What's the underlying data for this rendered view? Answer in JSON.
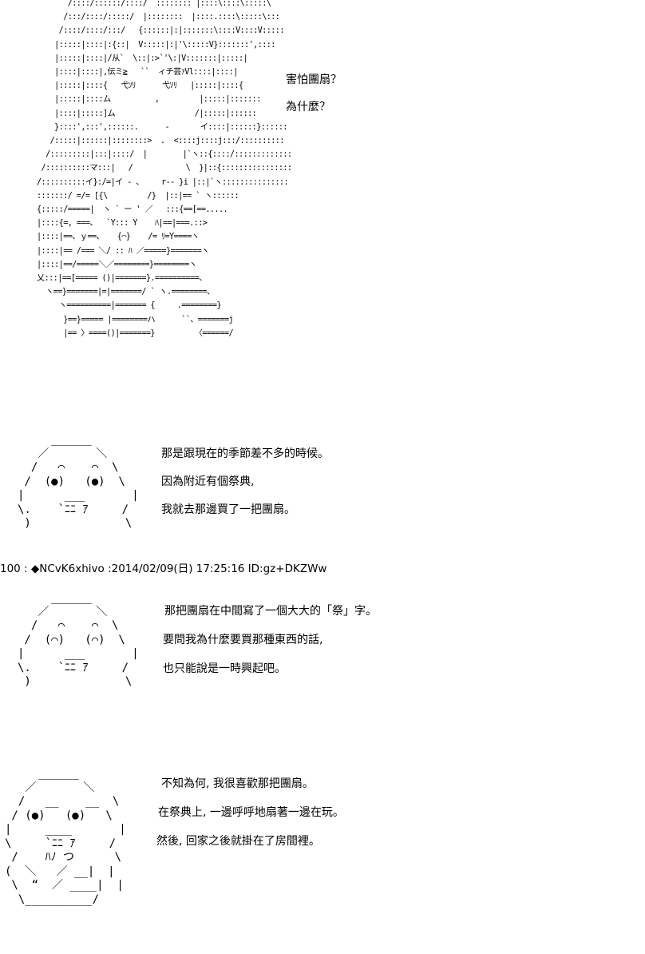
{
  "aa_main": "       /::::/::::::/::::/  :::::::: |::::\\::::\\:::::\\\n      /:::/::::/:::::/  |::::::::  |::::.::::\\:::::\\:::\n     /::::/::::/:::/   {::::::|:|:::::::\\::::V::::V:::::\n    |:::::|::::|:{::|  V:::::|:|'\\:::::V}:::::::',::::\n    |:::::|::::|/从`  \\::|:>`'\\:|V:::::::|:::::|\n    |::::|::::|,伝ミ≧   ``  ィチ芸ｧVl::::|::::|\n    |:::::|::::{   弋ｿﾘ      弋ｿﾘ   |:::::|::::{\n    |:::::|::::ム          ,         |:::::|:::::::\n    |::::|:::::]ム                  /|:::::|::::::\n    }::::',:::',::::::.      -       イ::::|::::::}::::::\n   /:::::|::::::|::::::::>  .  <::::j::::j:::/::::::::::\n  /:::::::::|:::|::::/  |        |`ヽ::{::::/:::::::::::::\n /::::::::::マ:::|   /            \\  }|::{::::::::::::::::\n/::::::::::イ}:/=|イ ‐ 、    r‐‐ }i |::|`ヽ:::::::::::::::\n:::::::/ =/= [{\\         /}  |::|== ` ヽ::::::\n{:::::/=====|  ヽ ` ー ' ／   :::{==[==.....\n|::::{=, ===、  `Y::: Y    ﾊ|==|===.::>\n|::::|==、ｙ==、   {⌒}    /= ﾘ=Y====ヽ\n|::::|== /=== ＼/ :: ﾊ ／=====}=======ヽ\n|::::|==/=====＼／========}========ヽ\n乂:::|==[===== ()|=======}.==========、\n  ヽ==}=======|=|=======/ ` ヽ.========、\n     ヽ==========|======= {     .========}\n      }==}===== |========ハ      ``、=======j\n      |== 〉====()|=======}         〈======/",
  "aa_right_lines": [
    "害怕團扇？",
    "為什麼？"
  ],
  "panels": [
    {
      "face": "     ______\n   ／       ＼\n  /   ⌒    ⌒  \\\n /  (●)   (●)  \\\n|      ___       |\n\\.    `ﾆﾆ ｱ     /\n )              \\",
      "lines": [
        "那是跟現在的季節差不多的時候。",
        "因為附近有個祭典,",
        "我就去那邊買了一把團扇。"
      ]
    },
    {
      "face": "     ______\n   ／       ＼\n  /   ⌒    ⌒  \\\n /  (⌒)   (⌒)  \\\n|      ___       |\n\\.    `ﾆﾆ ｱ     /\n )              \\",
      "lines": [
        "那把團扇在中間寫了一個大大的「祭」字。",
        "要問我為什麼要買那種東西的話,",
        "也只能說是一時興起吧。"
      ]
    },
    {
      "face": "     ______\n   ／       ＼\n  /   __    __  \\\n / (●)   (●)   \\\n|     ____       |\n\\     `ﾆﾆ ｱ     /\n /    ﾊﾉ つ      \\\n(  ＼   ／ __|  |\n \\  “  ／ ____|  |\n  \\__________/",
      "lines": [
        "不知為何, 我很喜歡那把團扇。",
        "在祭典上, 一邊呼呼地扇著一邊在玩。",
        "然後, 回家之後就掛在了房間裡。"
      ]
    }
  ],
  "post_header": "100 : ◆NCvK6xhivo  :2014/02/09(日) 17:25:16 ID:gz+DKZWw"
}
